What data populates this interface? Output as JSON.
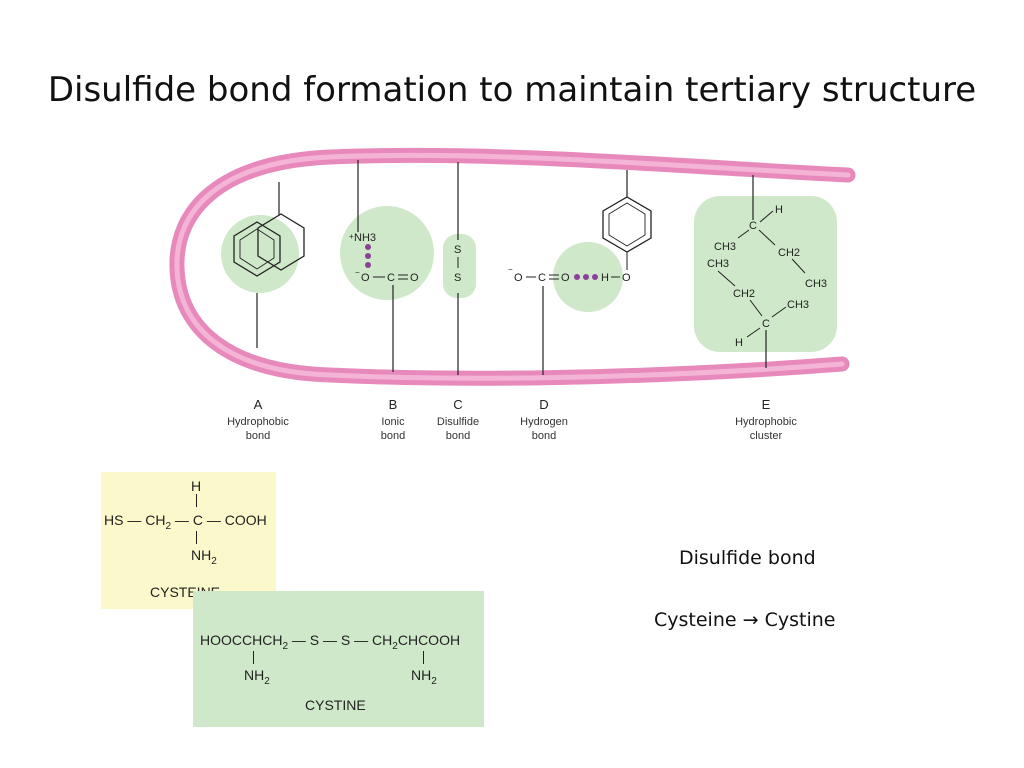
{
  "title": "Disulfide bond formation to maintain tertiary structure",
  "colors": {
    "chain": "#e889bc",
    "bubble": "#cfe8c9",
    "dots": "#8e3f9c",
    "cysteine_bg": "#fbf8cc",
    "cystine_bg": "#cfe8c9"
  },
  "bonds": [
    {
      "letter": "A",
      "line1": "Hydrophobic",
      "line2": "bond"
    },
    {
      "letter": "B",
      "line1": "Ionic",
      "line2": "bond"
    },
    {
      "letter": "C",
      "line1": "Disulfide",
      "line2": "bond"
    },
    {
      "letter": "D",
      "line1": "Hydrogen",
      "line2": "bond"
    },
    {
      "letter": "E",
      "line1": "Hydrophobic",
      "line2": "cluster"
    }
  ],
  "diagram_labels": {
    "nh3": "NH3",
    "ionic_o": "O",
    "ionic_c": "C",
    "ionic_o2": "O",
    "s_top": "S",
    "s_bottom": "S",
    "hb_o": "O",
    "hb_c": "C",
    "hb_o2": "O",
    "hb_h": "H",
    "hb_o3": "O",
    "e_h_top": "H",
    "e_c_top": "C",
    "e_ch3_a": "CH3",
    "e_ch2_a": "CH2",
    "e_ch3_b": "CH3",
    "e_ch3_c": "CH3",
    "e_ch2_b": "CH2",
    "e_ch3_d": "CH3",
    "e_c_bottom": "C",
    "e_h_bottom": "H"
  },
  "cysteine": {
    "h": "H",
    "formula_left": "HS",
    "ch2": "CH",
    "c": "C",
    "cooh": "COOH",
    "nh2": "NH",
    "label": "CYSTEINE"
  },
  "cystine": {
    "formula_a": "HOOCCHCH",
    "s1": "S",
    "s2": "S",
    "formula_b": "CH",
    "formula_c": "CHCOOH",
    "nh2_left": "NH",
    "nh2_right": "NH",
    "label": "CYSTINE"
  },
  "side": {
    "line1": "Disulfide bond",
    "line2_left": "Cysteine",
    "arrow": "→",
    "line2_right": "Cystine"
  }
}
